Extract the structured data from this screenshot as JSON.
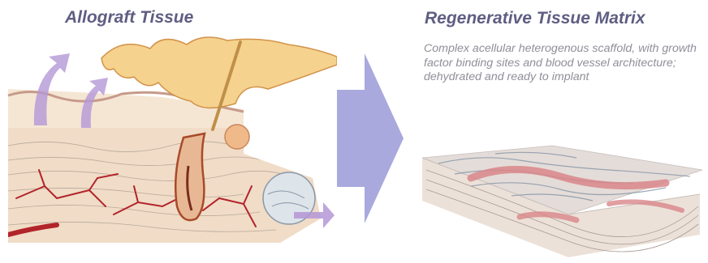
{
  "left_panel": {
    "title": "Allograft Tissue",
    "illustration": "skin-cross-section-with-hair-follicle",
    "arrows_color": "#b497d6"
  },
  "transition_arrow": {
    "icon": "large-right-arrow-icon",
    "color": "#a9a9de"
  },
  "right_panel": {
    "title": "Regenerative Tissue Matrix",
    "description": "Complex acellular heterogenous scaffold, with growth factor binding sites and blood vessel architecture; dehydrated and ready to implant",
    "illustration": "acellular-tissue-matrix-block"
  },
  "colors": {
    "title": "#5e5e83",
    "description": "#8f8f99"
  }
}
